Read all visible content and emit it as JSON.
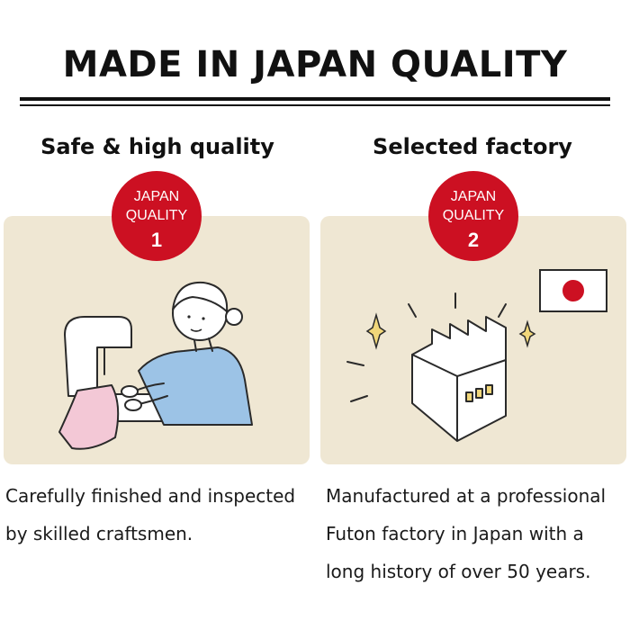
{
  "title": "MADE IN JAPAN QUALITY",
  "colors": {
    "badge": "#cc1022",
    "panel": "#efe7d3",
    "text": "#111111"
  },
  "columns": [
    {
      "heading": "Safe & high quality",
      "badge": {
        "line1": "JAPAN",
        "line2": "QUALITY",
        "number": "1"
      },
      "illustration": "person-sewing-at-machine",
      "description": "Carefully finished and inspected by skilled craftsmen."
    },
    {
      "heading": "Selected factory",
      "badge": {
        "line1": "JAPAN",
        "line2": "QUALITY",
        "number": "2"
      },
      "illustration": "factory-with-japan-flag",
      "description": "Manufactured at a professional Futon factory in Japan with a long history of over 50 years."
    }
  ]
}
